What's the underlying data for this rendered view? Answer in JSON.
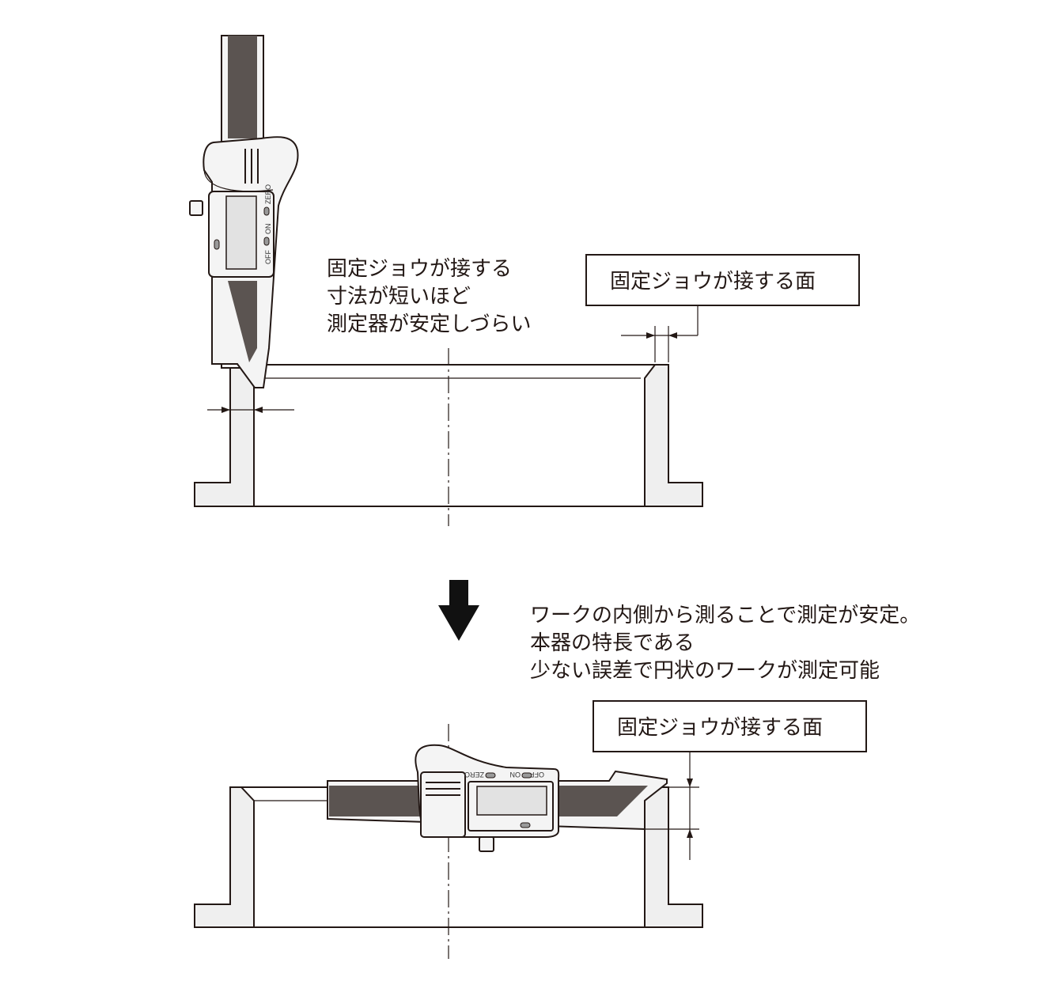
{
  "top_section": {
    "note_lines": [
      "固定ジョウが接する",
      "寸法が短いほど",
      "測定器が安定しづらい"
    ],
    "label_box": "固定ジョウが接する面",
    "caliper_buttons": {
      "zero": "ZERO",
      "on": "ON",
      "off": "OFF"
    }
  },
  "bottom_section": {
    "note_lines": [
      "ワークの内側から測ることで測定が安定。",
      "本器の特長である",
      "少ない誤差で円状のワークが測定可能"
    ],
    "label_box": "固定ジョウが接する面",
    "caliper_buttons": {
      "zero": "ZERO",
      "on": "ON",
      "off": "OFF"
    }
  },
  "colors": {
    "beam": "#5b5451",
    "workpiece": "#efefef",
    "line": "#231815"
  }
}
